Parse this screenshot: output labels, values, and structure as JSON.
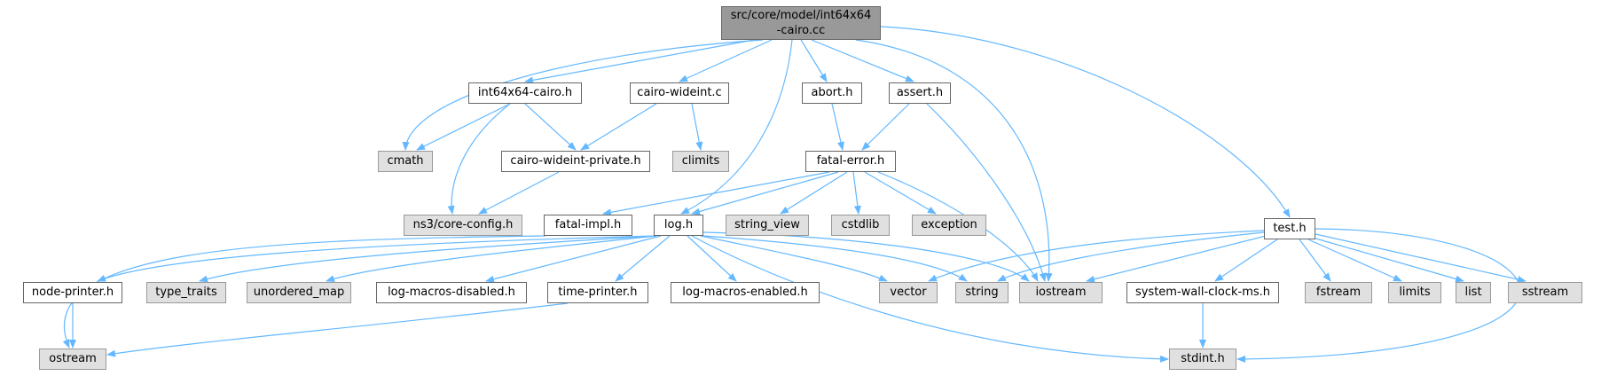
{
  "colors": {
    "edge": "#63b8ff",
    "root_fill": "#999999",
    "sys_fill": "#e0e0e0",
    "node_fill": "#ffffff"
  },
  "nodes": {
    "root": {
      "line1": "src/core/model/int64x64",
      "line2": "-cairo.cc"
    },
    "int64x64_cairo_h": "int64x64-cairo.h",
    "cairo_wideint_c": "cairo-wideint.c",
    "abort_h": "abort.h",
    "assert_h": "assert.h",
    "test_h": "test.h",
    "cmath": "cmath",
    "cairo_wideint_private_h": "cairo-wideint-private.h",
    "climits": "climits",
    "fatal_error_h": "fatal-error.h",
    "ns3_core_config_h": "ns3/core-config.h",
    "fatal_impl_h": "fatal-impl.h",
    "log_h": "log.h",
    "string_view": "string_view",
    "cstdlib": "cstdlib",
    "exception": "exception",
    "node_printer_h": "node-printer.h",
    "type_traits": "type_traits",
    "unordered_map": "unordered_map",
    "log_macros_disabled_h": "log-macros-disabled.h",
    "time_printer_h": "time-printer.h",
    "log_macros_enabled_h": "log-macros-enabled.h",
    "vector": "vector",
    "string": "string",
    "iostream": "iostream",
    "system_wall_clock_ms_h": "system-wall-clock-ms.h",
    "fstream": "fstream",
    "limits": "limits",
    "list": "list",
    "sstream": "sstream",
    "ostream": "ostream",
    "stdint_h": "stdint.h"
  }
}
